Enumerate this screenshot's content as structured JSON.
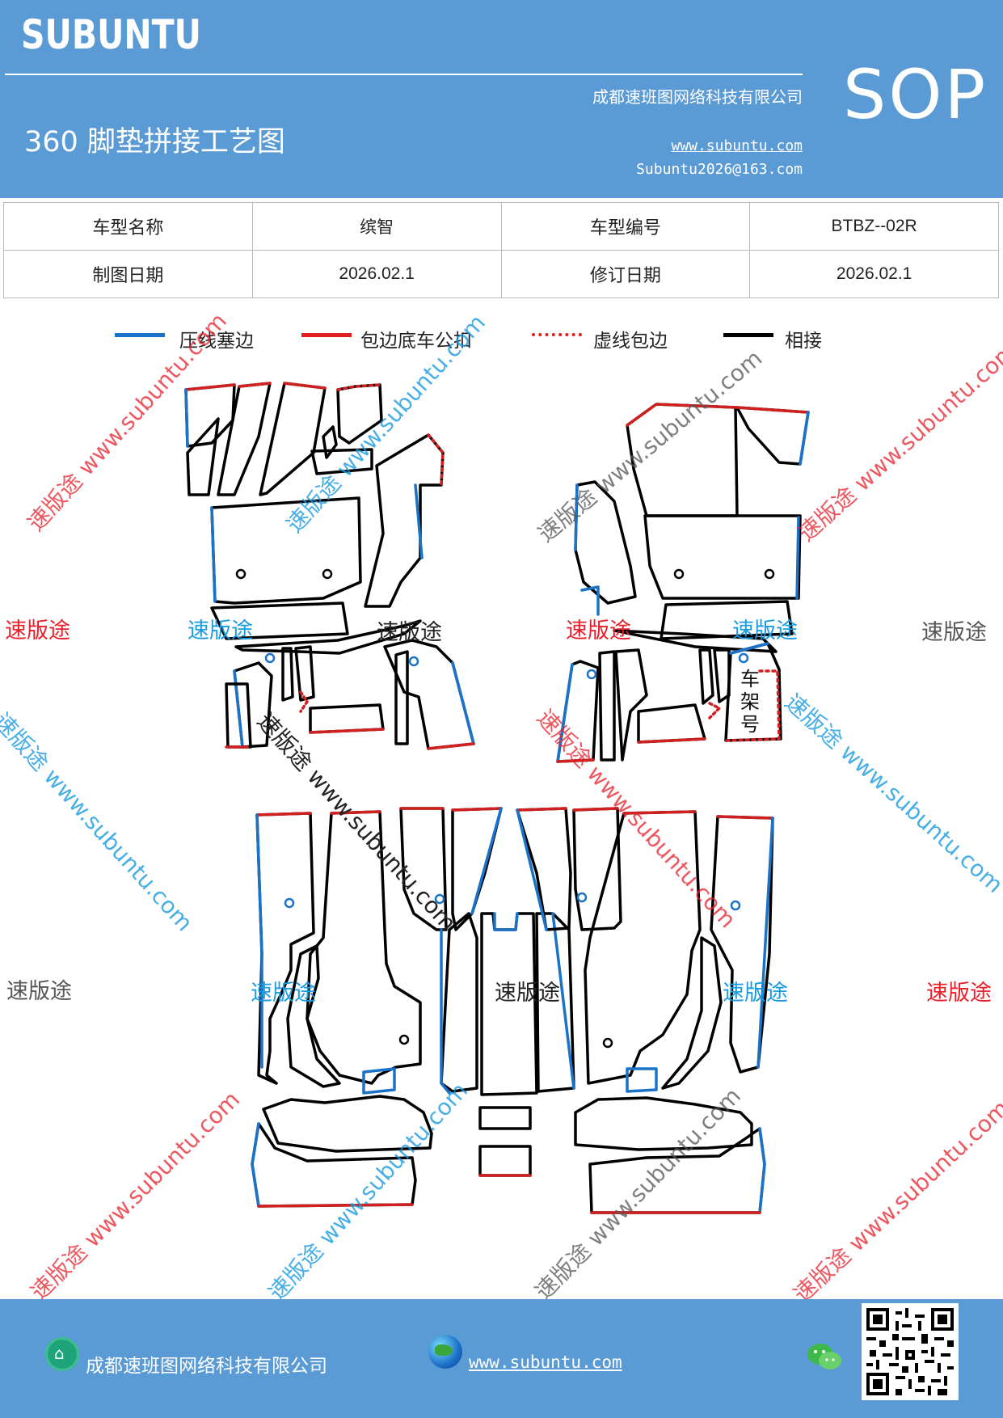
{
  "header": {
    "brand": "SUBUNTU",
    "company": "成都速班图网络科技有限公司",
    "title": "360 脚垫拼接工艺图",
    "url": "www.subuntu.com",
    "email": "Subuntu2026@163.com",
    "sop": "SOP",
    "bg_color": "#5b9bd5"
  },
  "info_table": {
    "rows": [
      [
        "车型名称",
        "缤智",
        "车型编号",
        "BTBZ--02R"
      ],
      [
        "制图日期",
        "2026.02.1",
        "修订日期",
        "2026.02.1"
      ]
    ]
  },
  "legend": [
    {
      "label": "压线塞边",
      "color": "#1a73c8",
      "style": "solid"
    },
    {
      "label": "包边底车公扣",
      "color": "#e02020",
      "style": "solid"
    },
    {
      "label": "虚线包边",
      "color": "#e02020",
      "style": "dotted"
    },
    {
      "label": "相接",
      "color": "#000000",
      "style": "solid"
    }
  ],
  "watermarks": {
    "brand_cn": "速版途",
    "diag_text": "速版途 www.subuntu.com",
    "diag_text_short": "www.subuntu.com"
  },
  "diagram": {
    "frame_label": "车架号"
  },
  "footer": {
    "company": "成都速班图网络科技有限公司",
    "url": "www.subuntu.com",
    "icons": [
      "home-icon",
      "globe-icon",
      "wechat-icon",
      "qr-code"
    ]
  }
}
